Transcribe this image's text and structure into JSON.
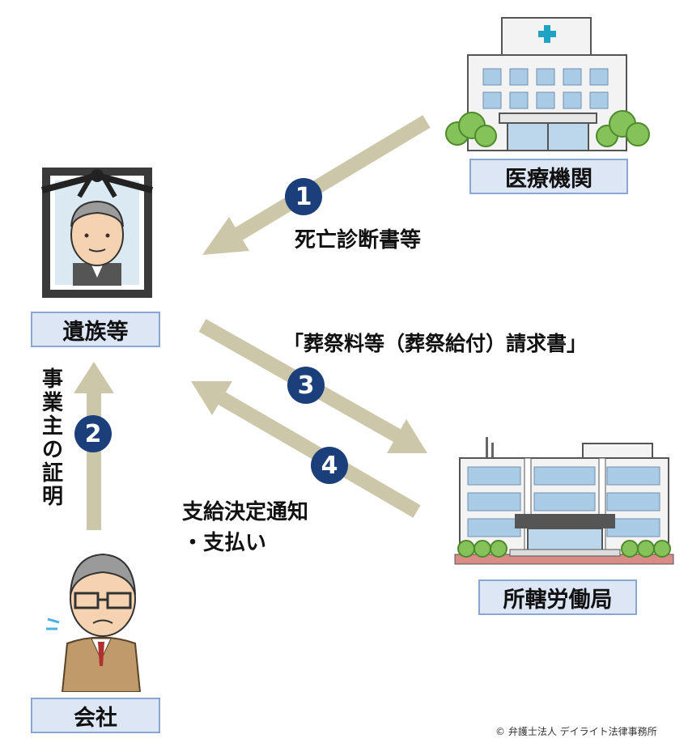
{
  "nodes": {
    "hospital": "医療機関",
    "family": "遺族等",
    "company": "会社",
    "labor_office": "所轄労働局"
  },
  "steps": [
    {
      "number": "1",
      "label": "死亡診断書等"
    },
    {
      "number": "2",
      "label": "事業主の証明"
    },
    {
      "number": "3",
      "label": "「葬祭料等（葬祭給付）請求書」"
    },
    {
      "number": "4",
      "label_line1": "支給決定通知",
      "label_line2": "・支払い"
    }
  ],
  "copyright": "© 弁護士法人 デイライト法律事務所",
  "colors": {
    "arrow": "#cbc7a8",
    "badge": "#1b3f7a",
    "label_bg": "#dce6f4",
    "label_border": "#8aa6d3"
  },
  "icons": [
    "hospital-building-icon",
    "memorial-portrait-icon",
    "worried-worker-icon",
    "government-building-icon"
  ]
}
